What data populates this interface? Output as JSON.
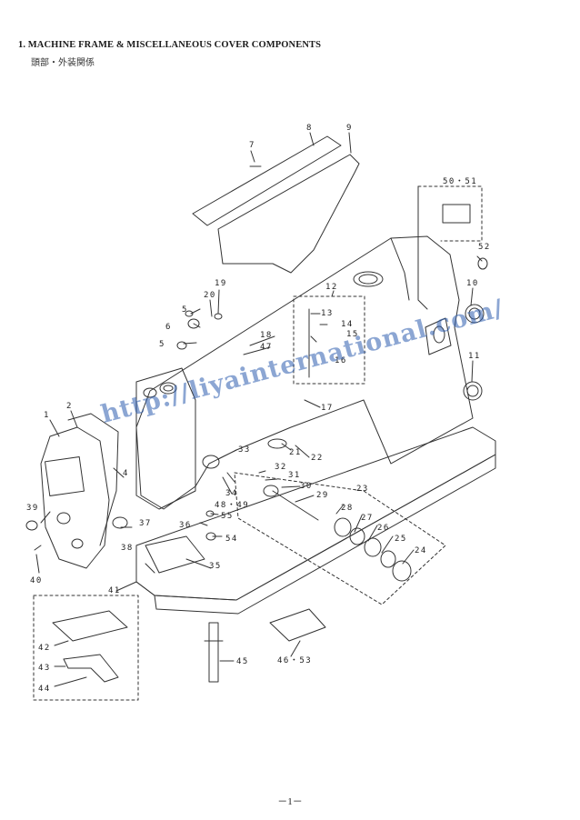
{
  "page": {
    "title": "1. MACHINE FRAME & MISCELLANEOUS COVER COMPONENTS",
    "subtitle": "頭部・外装関係",
    "page_number": "－1－",
    "watermark": "http://liyainternational.com/"
  },
  "callouts": [
    "1",
    "2",
    "4",
    "5",
    "5",
    "6",
    "7",
    "8",
    "9",
    "10",
    "11",
    "12",
    "13",
    "14",
    "15",
    "16",
    "17",
    "18",
    "19",
    "20",
    "21",
    "22",
    "23",
    "24",
    "25",
    "26",
    "27",
    "28",
    "29",
    "30",
    "31",
    "32",
    "33",
    "34",
    "35",
    "36",
    "37",
    "38",
    "39",
    "40",
    "41",
    "42",
    "43",
    "44",
    "45",
    "46・53",
    "47",
    "48・49",
    "50・51",
    "52",
    "54",
    "55"
  ],
  "colors": {
    "line": "#333333",
    "watermark": "#2f5fb0"
  }
}
